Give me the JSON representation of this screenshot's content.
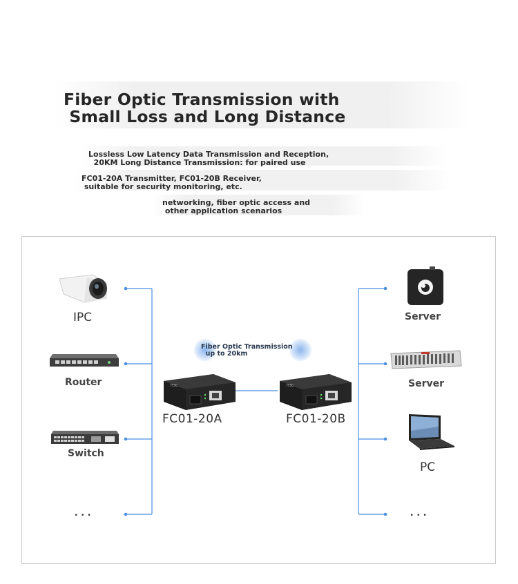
{
  "title": "Fiber Optic Transmission with\n Small Loss and Long Distance",
  "features": [
    "Lossless Low Latency Data Transmission and Reception,\n  20KM Long Distance Transmission: for paired use",
    "FC01-20A Transmitter, FC01-20B Receiver,\n suitable for security monitoring, etc.",
    "networking, fiber optic access and\n other application scenarios"
  ],
  "diagram": {
    "left_devices": [
      "IPC",
      "Router",
      "Switch",
      "..."
    ],
    "right_devices": [
      "Server",
      "Server",
      "PC",
      "..."
    ],
    "fiber_note": "Fiber Optic Transmission\n  up to 20km",
    "transmitter": "FC01-20A",
    "receiver": "FC01-20B",
    "device_brand": "H3C",
    "colors": {
      "link": "#4a8fe0",
      "box": "#1e1e1e"
    }
  }
}
